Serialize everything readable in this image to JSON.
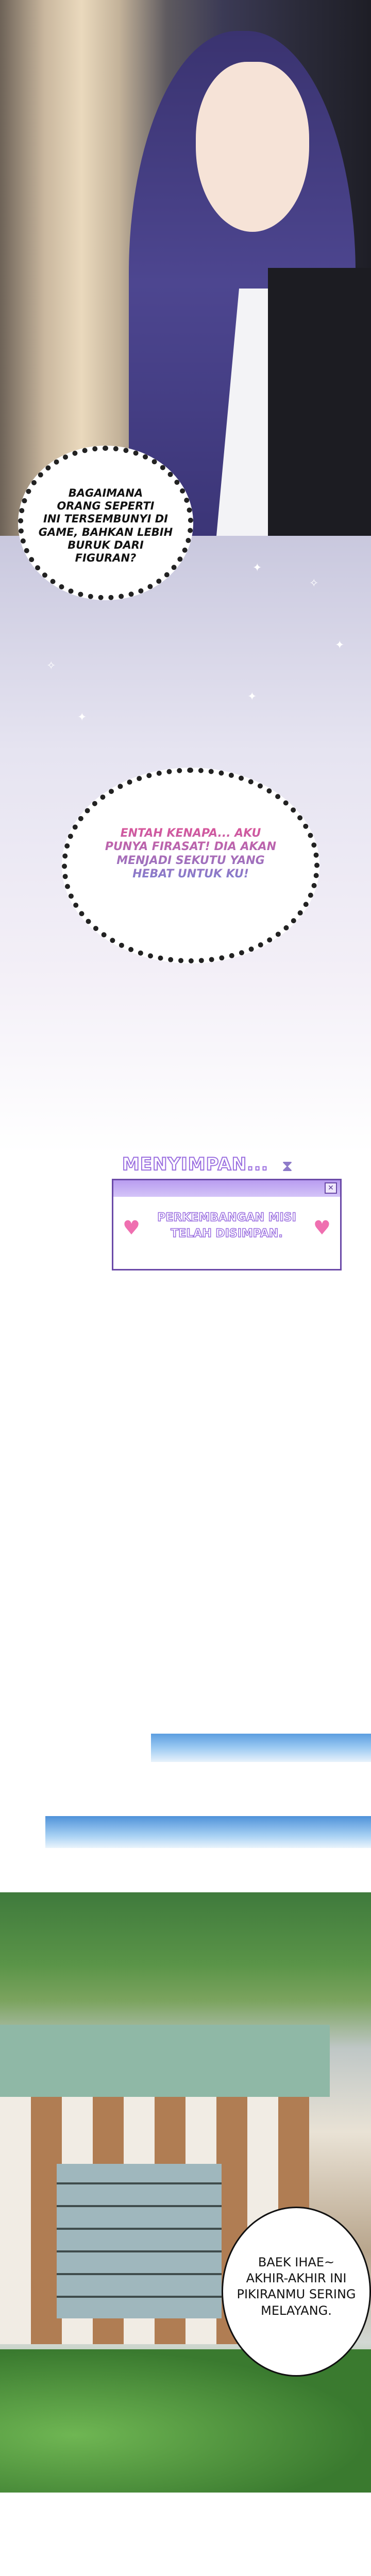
{
  "panels": {
    "panel1": {
      "bubble_text": "BAGAIMANA\nORANG SEPERTI\nINI TERSEMBUNYI DI\nGAME, BAHKAN LEBIH\nBURUK DARI\nFIGURAN?"
    },
    "panel2": {
      "bubble_text": "ENTAH KENAPA... AKU\nPUNYA FIRASAT! DIA AKAN\nMENJADI SEKUTU YANG\nHEBAT UNTUK KU!",
      "text_colors": [
        "#d9559a",
        "#7f7fd0"
      ]
    },
    "save_dialog": {
      "title": "MENYIMPAN...",
      "hourglass_icon": "hourglass-icon",
      "close_icon": "close-icon",
      "message": "PERKEMBANGAN MISI\nTELAH DISIMPAN.",
      "heart_icon": "pixel-heart-icon",
      "accent": "#9b6fe0"
    },
    "panel3": {
      "bubble_text": "BAEK IHAE~\nAKHIR-AKHIR INI\nPIKIRANMU SERING\nMELAYANG."
    }
  }
}
